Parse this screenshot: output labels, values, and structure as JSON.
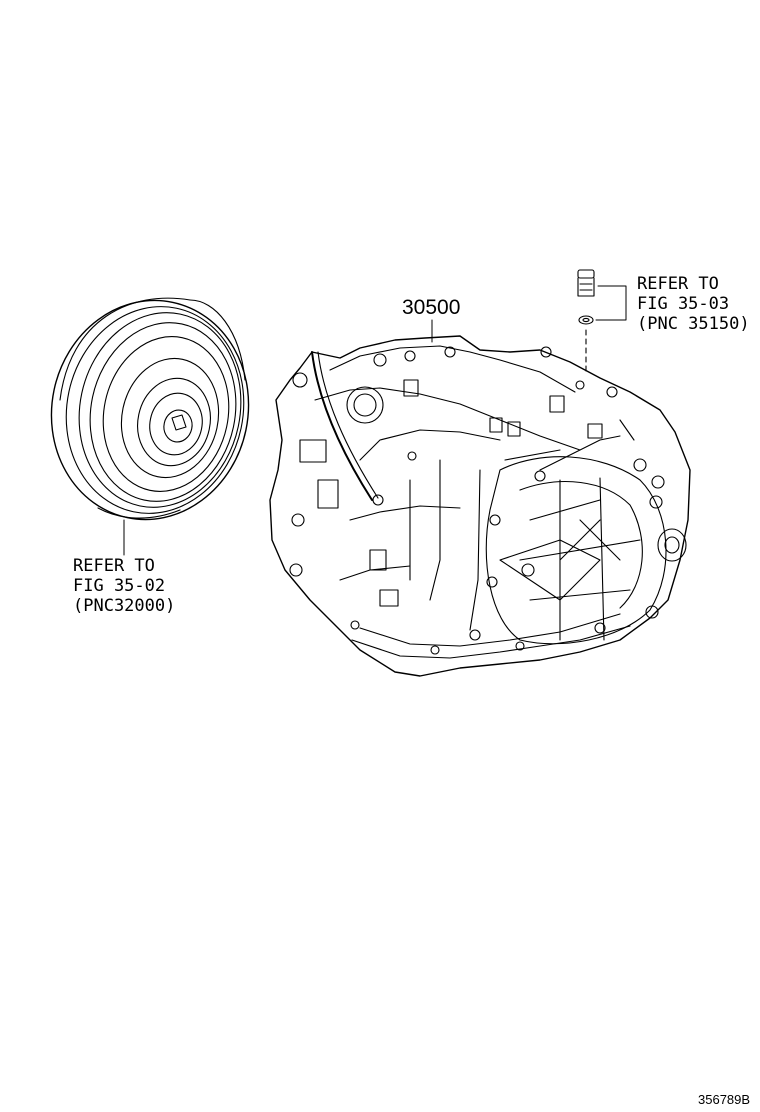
{
  "diagram": {
    "part_number": "30500",
    "torque_converter_ref": {
      "line1": "REFER TO",
      "line2": "FIG 35-02",
      "line3": "(PNC32000)"
    },
    "plug_ref": {
      "line1": "REFER TO",
      "line2": "FIG 35-03",
      "line3": "(PNC 35150)"
    },
    "figure_code": "356789B"
  }
}
